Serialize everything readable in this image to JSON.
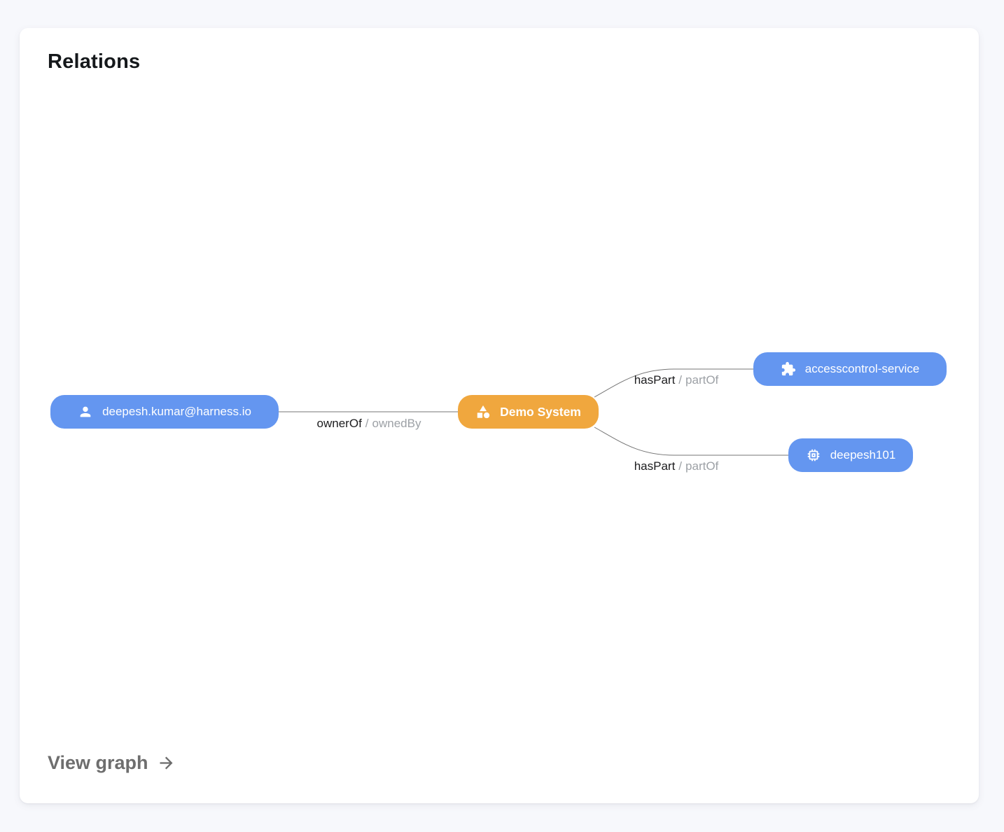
{
  "card": {
    "title": "Relations",
    "footer": {
      "label": "View graph",
      "icon": "arrow-right-icon"
    }
  },
  "graph": {
    "nodes": [
      {
        "label": "deepesh.kumar@harness.io",
        "icon": "person-icon",
        "color": "#6496F0"
      },
      {
        "label": "Demo System",
        "icon": "category-icon",
        "color": "#F0A73E"
      },
      {
        "label": "accesscontrol-service",
        "icon": "puzzle-icon",
        "color": "#6496F0"
      },
      {
        "label": "deepesh101",
        "icon": "chip-icon",
        "color": "#6496F0"
      }
    ],
    "edges": [
      {
        "forward": "ownerOf",
        "separator": "/",
        "reverse": "ownedBy"
      },
      {
        "forward": "hasPart",
        "separator": "/",
        "reverse": "partOf"
      },
      {
        "forward": "hasPart",
        "separator": "/",
        "reverse": "partOf"
      }
    ],
    "colors": {
      "edge_line": "#757575",
      "label_primary": "#1c1c1e",
      "label_secondary": "#9da1a6",
      "background": "#F7F8FC",
      "card_background": "#ffffff"
    }
  }
}
